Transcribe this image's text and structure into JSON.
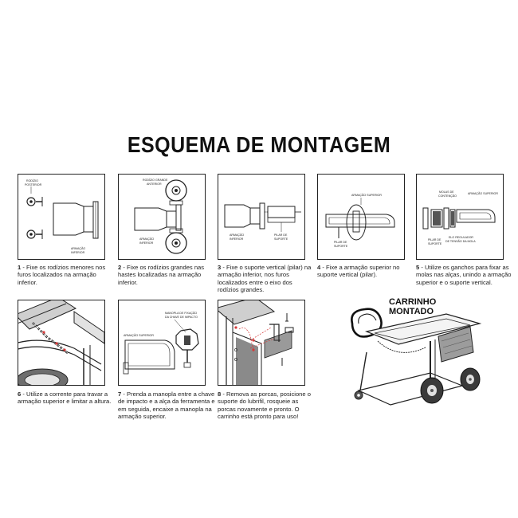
{
  "title": "ESQUEMA DE MONTAGEM",
  "steps": [
    {
      "num": "1",
      "text": "- Fixe os rodízios menores nos furos localizados na armação inferior.",
      "labels": {
        "a": "RODÍZIO",
        "b": "POSTERIOR",
        "c": "ARMAÇÃO",
        "d": "INFERIOR"
      }
    },
    {
      "num": "2",
      "text": "- Fixe os rodízios grandes nas hastes localizadas na armação inferior.",
      "labels": {
        "a": "RODÍZIO GRANDE",
        "b": "ANTERIOR",
        "c": "ARMAÇÃO",
        "d": "INFERIOR"
      }
    },
    {
      "num": "3",
      "text": "- Fixe o suporte vertical (pilar) na armação inferior, nos furos localizados entre o eixo dos rodízios grandes.",
      "labels": {
        "a": "ARMAÇÃO",
        "b": "INFERIOR",
        "c": "PILAR DE",
        "d": "SUPORTE"
      }
    },
    {
      "num": "4",
      "text": "- Fixe a armação superior no suporte vertical (pilar).",
      "labels": {
        "a": "ARMAÇÃO SUPERIOR",
        "b": "PILAR DE",
        "c": "SUPORTE"
      }
    },
    {
      "num": "5",
      "text": "- Utilize os ganchos para fixar as molas nas alças, unindo a armação superior e o suporte vertical.",
      "labels": {
        "a": "MOLAS DE",
        "b": "CONTENÇÃO",
        "c": "ARMAÇÃO SUPERIOR",
        "d": "PILAR DE",
        "e": "SUPORTE",
        "f": "ELO REGULADOR",
        "g": "DE TENSÃO DA MOLA"
      }
    },
    {
      "num": "6",
      "text": "- Utilize a corrente para travar a armação superior e limitar a altura."
    },
    {
      "num": "7",
      "text": "- Prenda a manopla entre a chave de impacto e a alça da ferramenta e em seguida, encaixe a manopla na armação superior.",
      "labels": {
        "a": "MANOPLA DE FIXAÇÃO",
        "b": "DA CHAVE DE IMPACTO",
        "c": "ARMAÇÃO SUPERIOR"
      }
    },
    {
      "num": "8",
      "text": "- Remova as porcas, posicione o suporte do lubrifil, rosqueie as porcas novamente e pronto. O carrinho está pronto para uso!"
    }
  ],
  "final": {
    "line1": "CARRINHO",
    "line2": "MONTADO"
  }
}
